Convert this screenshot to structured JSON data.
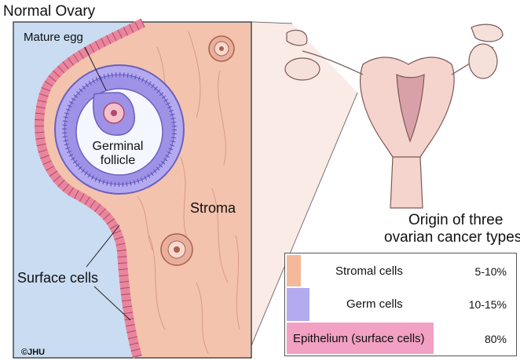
{
  "title": "Normal Ovary",
  "labels": {
    "mature_egg": "Mature egg",
    "germinal_line1": "Germinal",
    "germinal_line2": "follicle",
    "stroma": "Stroma",
    "surface_cells": "Surface cells",
    "copyright": "©JHU"
  },
  "origin": {
    "title_line1": "Origin of three",
    "title_line2": "ovarian cancer types"
  },
  "cancer_types": [
    {
      "name": "Stromal cells",
      "percent": "5-10%",
      "share": 0.075,
      "color": "#f3b99a"
    },
    {
      "name": "Germ cells",
      "percent": "10-15%",
      "share": 0.125,
      "color": "#b3aaf0"
    },
    {
      "name": "Epithelium (surface cells)",
      "percent": "80%",
      "share": 0.8,
      "color": "#f2a0c4"
    }
  ],
  "colors": {
    "background_fluid": "#c9dcf2",
    "stroma": "#f3c3ad",
    "surface_cells": "#e9869e",
    "follicle": "#b3aaf0",
    "uterus": "#f4d4cc"
  }
}
